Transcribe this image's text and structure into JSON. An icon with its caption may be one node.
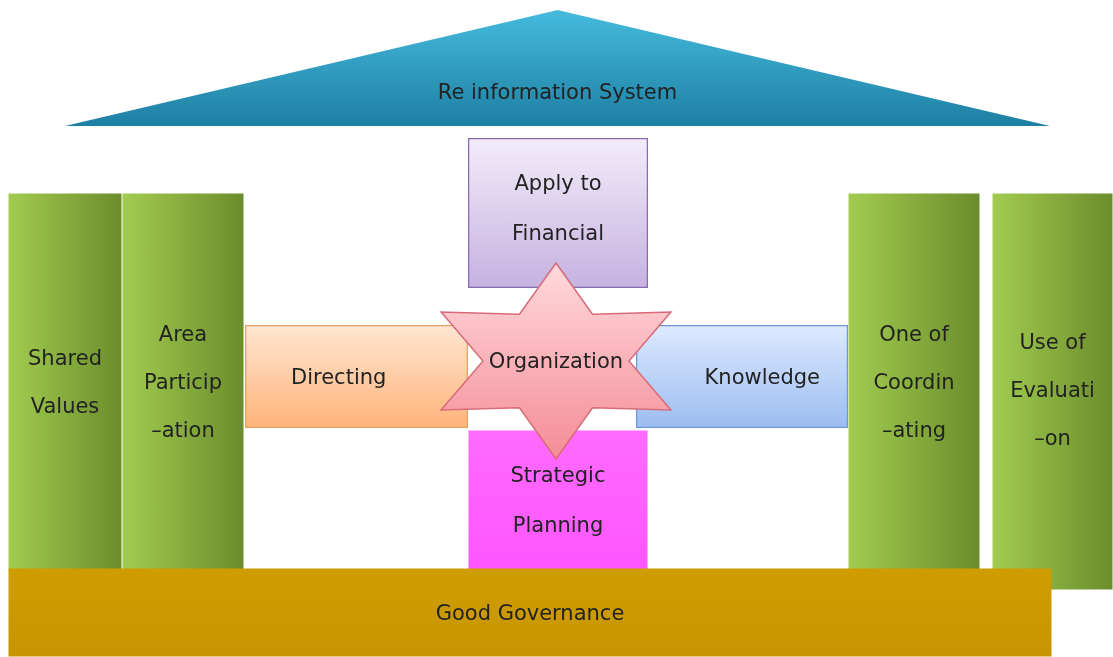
{
  "diagram": {
    "nodes": [
      {
        "text": [
          "Re information System"
        ]
      },
      {
        "text": [
          "Apply to Financial"
        ]
      },
      {
        "text": [
          "Shared Values"
        ]
      },
      {
        "text": [
          "Area Particip –ation"
        ]
      },
      {
        "text": [
          "Directing"
        ]
      },
      {
        "text": [
          "Organization"
        ]
      },
      {
        "text": [
          "Knowledge"
        ]
      },
      {
        "text": [
          "Strategic Planning"
        ]
      },
      {
        "text": [
          "One of Coordin –ating"
        ]
      },
      {
        "text": [
          "Use of Evaluati –on"
        ]
      },
      {
        "text": [
          "Good Governance"
        ]
      }
    ]
  }
}
